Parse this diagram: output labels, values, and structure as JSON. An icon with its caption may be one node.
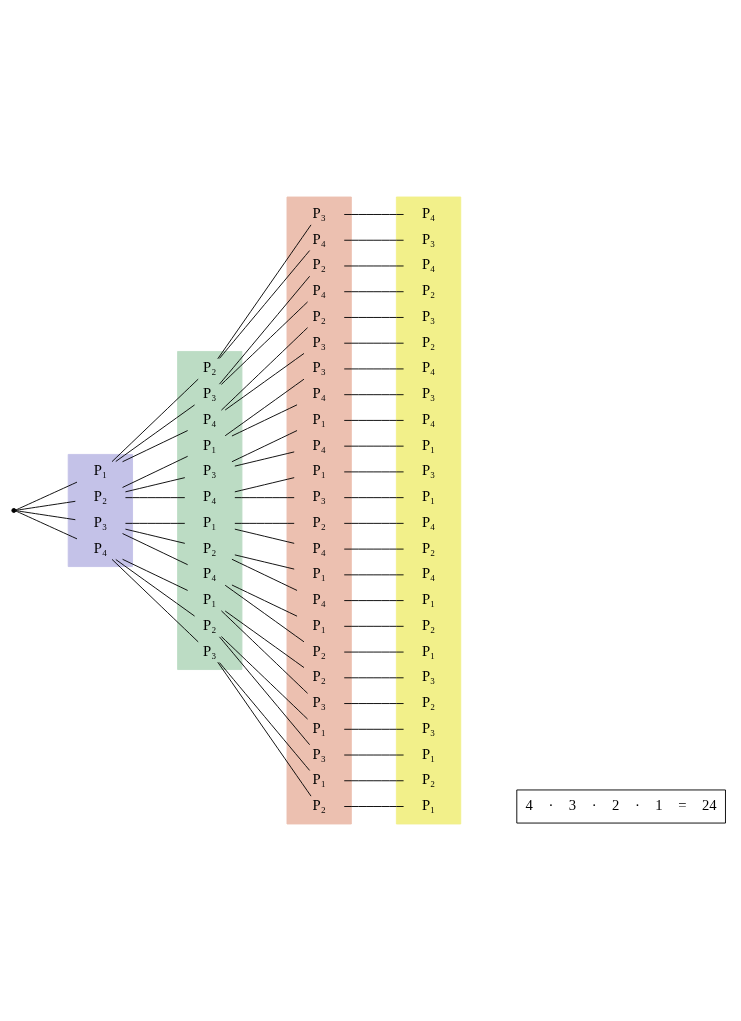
{
  "diagram": {
    "nodes": [
      {
        "text": [],
        "shape": "point"
      },
      {
        "text": [],
        "shape": "bar"
      },
      {
        "text": [
          "P₁"
        ],
        "in": 1
      },
      {
        "text": [
          "P₂"
        ],
        "in": 1
      },
      {
        "text": [
          "P₃"
        ],
        "in": 1
      },
      {
        "text": [
          "P₄"
        ],
        "in": 1
      },
      {
        "text": [],
        "shape": "bar"
      },
      {
        "text": [
          "P₂"
        ],
        "in": 6
      },
      {
        "text": [
          "P₃"
        ],
        "in": 6
      },
      {
        "text": [
          "P₄"
        ],
        "in": 6
      },
      {
        "text": [
          "P₁"
        ],
        "in": 6
      },
      {
        "text": [
          "P₃"
        ],
        "in": 6
      },
      {
        "text": [
          "P₄"
        ],
        "in": 6
      },
      {
        "text": [
          "P₁"
        ],
        "in": 6
      },
      {
        "text": [
          "P₂"
        ],
        "in": 6
      },
      {
        "text": [
          "P₄"
        ],
        "in": 6
      },
      {
        "text": [
          "P₁"
        ],
        "in": 6
      },
      {
        "text": [
          "P₂"
        ],
        "in": 6
      },
      {
        "text": [
          "P₃"
        ],
        "in": 6
      },
      {
        "text": [],
        "shape": "bar"
      },
      {
        "text": [
          "P₃"
        ],
        "in": 19
      },
      {
        "text": [
          "P₄"
        ],
        "in": 19
      },
      {
        "text": [
          "P₂"
        ],
        "in": 19
      },
      {
        "text": [
          "P₄"
        ],
        "in": 19
      },
      {
        "text": [
          "P₂"
        ],
        "in": 19
      },
      {
        "text": [
          "P₃"
        ],
        "in": 19
      },
      {
        "text": [
          "P₃"
        ],
        "in": 19
      },
      {
        "text": [
          "P₄"
        ],
        "in": 19
      },
      {
        "text": [
          "P₁"
        ],
        "in": 19
      },
      {
        "text": [
          "P₄"
        ],
        "in": 19
      },
      {
        "text": [
          "P₁"
        ],
        "in": 19
      },
      {
        "text": [
          "P₃"
        ],
        "in": 19
      },
      {
        "text": [
          "P₂"
        ],
        "in": 19
      },
      {
        "text": [
          "P₄"
        ],
        "in": 19
      },
      {
        "text": [
          "P₁"
        ],
        "in": 19
      },
      {
        "text": [
          "P₄"
        ],
        "in": 19
      },
      {
        "text": [
          "P₁"
        ],
        "in": 19
      },
      {
        "text": [
          "P₂"
        ],
        "in": 19
      },
      {
        "text": [
          "P₂"
        ],
        "in": 19
      },
      {
        "text": [
          "P₃"
        ],
        "in": 19
      },
      {
        "text": [
          "P₁"
        ],
        "in": 19
      },
      {
        "text": [
          "P₃"
        ],
        "in": 19
      },
      {
        "text": [
          "P₁"
        ],
        "in": 19
      },
      {
        "text": [
          "P₂"
        ],
        "in": 19
      },
      {
        "text": [],
        "shape": "bar"
      },
      {
        "text": [
          "P₄"
        ],
        "in": 44
      },
      {
        "text": [
          "P₃"
        ],
        "in": 44
      },
      {
        "text": [
          "P₄"
        ],
        "in": 44
      },
      {
        "text": [
          "P₂"
        ],
        "in": 44
      },
      {
        "text": [
          "P₃"
        ],
        "in": 44
      },
      {
        "text": [
          "P₂"
        ],
        "in": 44
      },
      {
        "text": [
          "P₄"
        ],
        "in": 44
      },
      {
        "text": [
          "P₃"
        ],
        "in": 44
      },
      {
        "text": [
          "P₄"
        ],
        "in": 44
      },
      {
        "text": [
          "P₁"
        ],
        "in": 44
      },
      {
        "text": [
          "P₃"
        ],
        "in": 44
      },
      {
        "text": [
          "P₁"
        ],
        "in": 44
      },
      {
        "text": [
          "P₄"
        ],
        "in": 44
      },
      {
        "text": [
          "P₂"
        ],
        "in": 44
      },
      {
        "text": [
          "P₄"
        ],
        "in": 44
      },
      {
        "text": [
          "P₁"
        ],
        "in": 44
      },
      {
        "text": [
          "P₂"
        ],
        "in": 44
      },
      {
        "text": [
          "P₁"
        ],
        "in": 44
      },
      {
        "text": [
          "P₃"
        ],
        "in": 44
      },
      {
        "text": [
          "P₂"
        ],
        "in": 44
      },
      {
        "text": [
          "P₃"
        ],
        "in": 44
      },
      {
        "text": [
          "P₁"
        ],
        "in": 44
      },
      {
        "text": [
          "P₂"
        ],
        "in": 44
      },
      {
        "text": [
          "P₁"
        ],
        "in": 44
      },
      {
        "text": [
          "4",
          "·",
          "3",
          "·",
          "2",
          "·",
          "1",
          "=",
          "24"
        ]
      }
    ],
    "edges": [
      {
        "from": 0,
        "to": 2,
        "arrow": "none"
      },
      {
        "from": 0,
        "to": 3,
        "arrow": "none"
      },
      {
        "from": 0,
        "to": 4,
        "arrow": "none"
      },
      {
        "from": 0,
        "to": 5,
        "arrow": "none"
      },
      {
        "from": 2,
        "to": 7,
        "arrow": "none"
      },
      {
        "from": 2,
        "to": 8,
        "arrow": "none"
      },
      {
        "from": 2,
        "to": 9,
        "arrow": "none"
      },
      {
        "from": 3,
        "to": 10,
        "arrow": "none"
      },
      {
        "from": 3,
        "to": 11,
        "arrow": "none"
      },
      {
        "from": 3,
        "to": 12,
        "arrow": "none"
      },
      {
        "from": 4,
        "to": 13,
        "arrow": "none"
      },
      {
        "from": 4,
        "to": 14,
        "arrow": "none"
      },
      {
        "from": 4,
        "to": 15,
        "arrow": "none"
      },
      {
        "from": 5,
        "to": 16,
        "arrow": "none"
      },
      {
        "from": 5,
        "to": 17,
        "arrow": "none"
      },
      {
        "from": 5,
        "to": 18,
        "arrow": "none"
      },
      {
        "from": 7,
        "to": 20,
        "arrow": "none"
      },
      {
        "from": 7,
        "to": 21,
        "arrow": "none"
      },
      {
        "from": 8,
        "to": 22,
        "arrow": "none"
      },
      {
        "from": 8,
        "to": 23,
        "arrow": "none"
      },
      {
        "from": 9,
        "to": 24,
        "arrow": "none"
      },
      {
        "from": 9,
        "to": 25,
        "arrow": "none"
      },
      {
        "from": 10,
        "to": 26,
        "arrow": "none"
      },
      {
        "from": 10,
        "to": 27,
        "arrow": "none"
      },
      {
        "from": 11,
        "to": 28,
        "arrow": "none"
      },
      {
        "from": 11,
        "to": 29,
        "arrow": "none"
      },
      {
        "from": 12,
        "to": 30,
        "arrow": "none"
      },
      {
        "from": 12,
        "to": 31,
        "arrow": "none"
      },
      {
        "from": 13,
        "to": 32,
        "arrow": "none"
      },
      {
        "from": 13,
        "to": 33,
        "arrow": "none"
      },
      {
        "from": 14,
        "to": 34,
        "arrow": "none"
      },
      {
        "from": 14,
        "to": 35,
        "arrow": "none"
      },
      {
        "from": 15,
        "to": 36,
        "arrow": "none"
      },
      {
        "from": 15,
        "to": 37,
        "arrow": "none"
      },
      {
        "from": 16,
        "to": 38,
        "arrow": "none"
      },
      {
        "from": 16,
        "to": 39,
        "arrow": "none"
      },
      {
        "from": 17,
        "to": 40,
        "arrow": "none"
      },
      {
        "from": 17,
        "to": 41,
        "arrow": "none"
      },
      {
        "from": 18,
        "to": 42,
        "arrow": "none"
      },
      {
        "from": 18,
        "to": 43,
        "arrow": "none"
      },
      {
        "from": 20,
        "to": 45,
        "arrow": "none"
      },
      {
        "from": 21,
        "to": 46,
        "arrow": "none"
      },
      {
        "from": 22,
        "to": 47,
        "arrow": "none"
      },
      {
        "from": 23,
        "to": 48,
        "arrow": "none"
      },
      {
        "from": 24,
        "to": 49,
        "arrow": "none"
      },
      {
        "from": 25,
        "to": 50,
        "arrow": "none"
      },
      {
        "from": 26,
        "to": 51,
        "arrow": "none"
      },
      {
        "from": 27,
        "to": 52,
        "arrow": "none"
      },
      {
        "from": 28,
        "to": 53,
        "arrow": "none"
      },
      {
        "from": 29,
        "to": 54,
        "arrow": "none"
      },
      {
        "from": 30,
        "to": 55,
        "arrow": "none"
      },
      {
        "from": 31,
        "to": 56,
        "arrow": "none"
      },
      {
        "from": 32,
        "to": 57,
        "arrow": "none"
      },
      {
        "from": 33,
        "to": 58,
        "arrow": "none"
      },
      {
        "from": 34,
        "to": 59,
        "arrow": "none"
      },
      {
        "from": 35,
        "to": 60,
        "arrow": "none"
      },
      {
        "from": 36,
        "to": 61,
        "arrow": "none"
      },
      {
        "from": 37,
        "to": 62,
        "arrow": "none"
      },
      {
        "from": 38,
        "to": 63,
        "arrow": "none"
      },
      {
        "from": 39,
        "to": 64,
        "arrow": "none"
      },
      {
        "from": 40,
        "to": 65,
        "arrow": "none"
      },
      {
        "from": 41,
        "to": 66,
        "arrow": "none"
      },
      {
        "from": 42,
        "to": 67,
        "arrow": "none"
      },
      {
        "from": 43,
        "to": 68,
        "arrow": "none"
      }
    ]
  }
}
